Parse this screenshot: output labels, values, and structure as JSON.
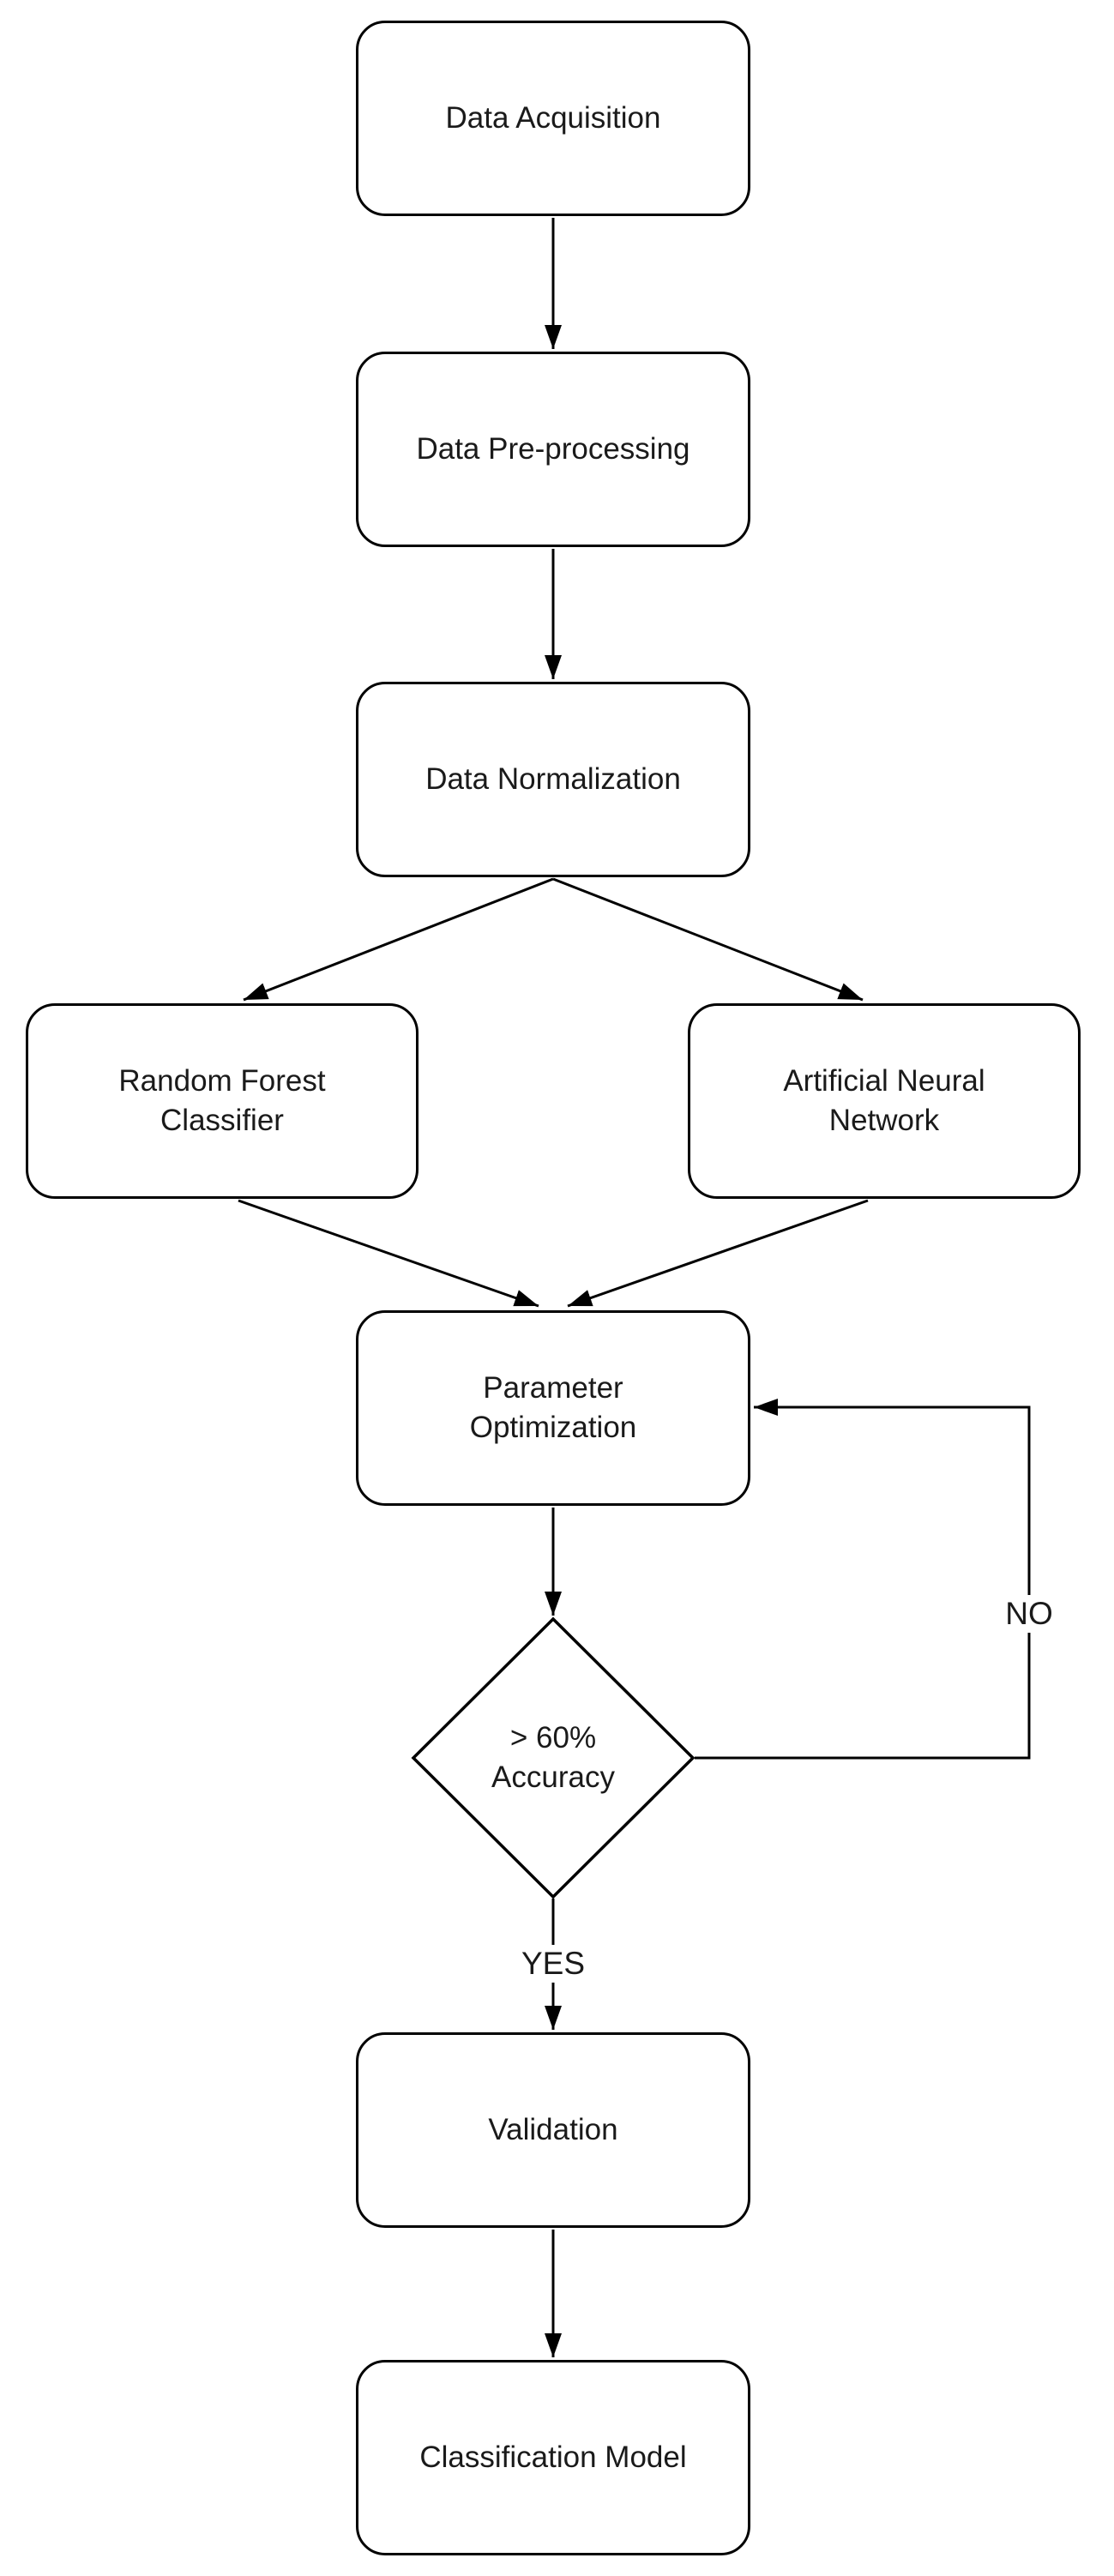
{
  "diagram": {
    "type": "flowchart",
    "nodes": [
      {
        "id": "data-acquisition",
        "shape": "rounded-rect",
        "label": "Data Acquisition"
      },
      {
        "id": "data-preprocessing",
        "shape": "rounded-rect",
        "label": "Data Pre-processing"
      },
      {
        "id": "data-normalization",
        "shape": "rounded-rect",
        "label": "Data Normalization"
      },
      {
        "id": "random-forest",
        "shape": "rounded-rect",
        "label": "Random Forest\nClassifier"
      },
      {
        "id": "artificial-neural-network",
        "shape": "rounded-rect",
        "label": "Artificial Neural\nNetwork"
      },
      {
        "id": "parameter-optimization",
        "shape": "rounded-rect",
        "label": "Parameter\nOptimization"
      },
      {
        "id": "accuracy-decision",
        "shape": "diamond",
        "label": "> 60%\nAccuracy"
      },
      {
        "id": "validation",
        "shape": "rounded-rect",
        "label": "Validation"
      },
      {
        "id": "classification-model",
        "shape": "rounded-rect",
        "label": "Classification Model"
      }
    ],
    "edges": [
      {
        "from": "data-acquisition",
        "to": "data-preprocessing"
      },
      {
        "from": "data-preprocessing",
        "to": "data-normalization"
      },
      {
        "from": "data-normalization",
        "to": "random-forest"
      },
      {
        "from": "data-normalization",
        "to": "artificial-neural-network"
      },
      {
        "from": "random-forest",
        "to": "parameter-optimization"
      },
      {
        "from": "artificial-neural-network",
        "to": "parameter-optimization"
      },
      {
        "from": "parameter-optimization",
        "to": "accuracy-decision"
      },
      {
        "from": "accuracy-decision",
        "to": "parameter-optimization",
        "label": "NO"
      },
      {
        "from": "accuracy-decision",
        "to": "validation",
        "label": "YES"
      },
      {
        "from": "validation",
        "to": "classification-model"
      }
    ],
    "edge_labels": {
      "no": "NO",
      "yes": "YES"
    },
    "colors": {
      "stroke": "#000000",
      "text": "#1a1a1a",
      "background": "#ffffff"
    }
  }
}
